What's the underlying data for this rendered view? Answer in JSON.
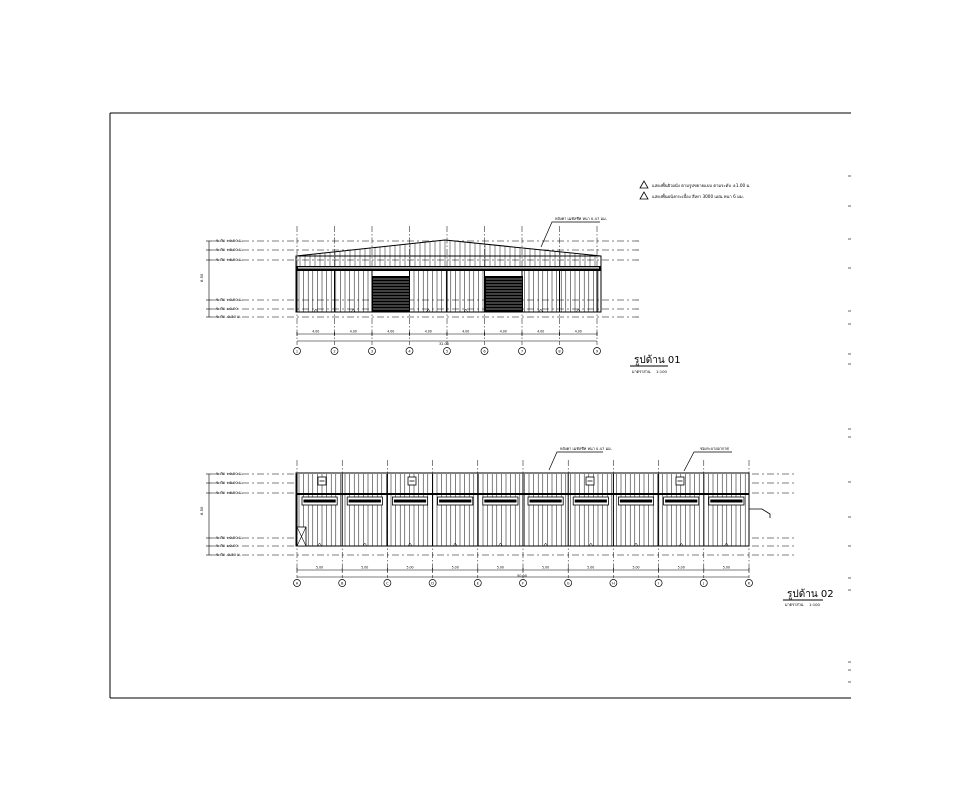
{
  "notes": {
    "note1": "แสดงพื้นผิวผนัง ตามรูปขยายแบบ ตามระดับ ±1.00 ม.",
    "note2": "แสดงพื้นผนังกระเบื้อง สีเทา 3000 แผ่น หนา 6 มม."
  },
  "elev1": {
    "title": "รูปด้าน 01",
    "scale_label": "มาตราส่วน",
    "scale": "1:100",
    "roof_callout": "หลังคา เมทัลชีท หนา 0.47 มม.",
    "level_labels": [
      "ระดับ +9.50 ม.",
      "ระดับ +8.00 ม.",
      "ระดับ +6.50 ม.",
      "ระดับ +0.50 ม.",
      "ระดับ ±0.00",
      "ระดับ -0.30 ม."
    ],
    "grid_labels": [
      "1",
      "2",
      "3",
      "4",
      "5",
      "6",
      "7",
      "8",
      "9"
    ],
    "bay_dims": [
      "4.00",
      "4.00",
      "4.00",
      "4.00",
      "4.00",
      "4.00",
      "4.00",
      "4.00"
    ],
    "total_dim": "32.00",
    "height_dim": "6.50"
  },
  "elev2": {
    "title": "รูปด้าน 02",
    "scale_label": "มาตราส่วน",
    "scale": "1:100",
    "roof_callout": "หลังคา เมทัลชีท หนา 0.47 มม.",
    "vent_callout": "ช่องระบายอากาศ",
    "level_labels": [
      "ระดับ +9.50 ม.",
      "ระดับ +8.00 ม.",
      "ระดับ +6.50 ม.",
      "ระดับ +0.50 ม.",
      "ระดับ ±0.00",
      "ระดับ -0.30 ม."
    ],
    "grid_labels": [
      "A",
      "B",
      "C",
      "D",
      "E",
      "F",
      "G",
      "H",
      "I",
      "J",
      "K"
    ],
    "bay_dims": [
      "5.00",
      "5.00",
      "5.00",
      "5.00",
      "5.00",
      "5.00",
      "5.00",
      "5.00",
      "5.00",
      "5.00"
    ],
    "total_dim": "50.00",
    "height_dim": "6.50"
  }
}
